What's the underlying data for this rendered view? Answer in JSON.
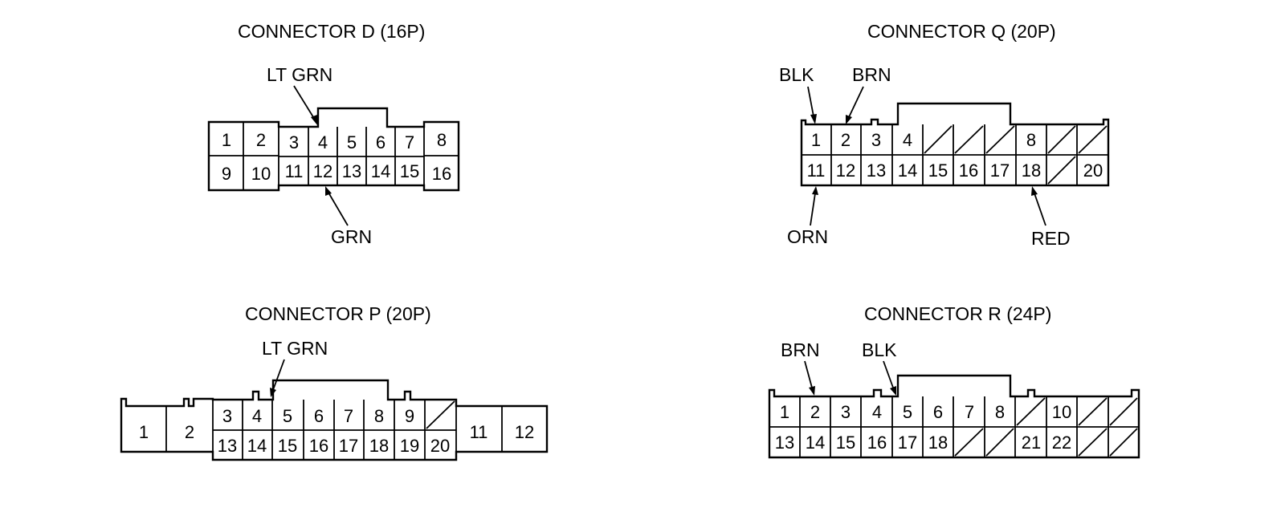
{
  "connectors": {
    "d": {
      "title": "CONNECTOR D (16P)",
      "top_pins": [
        "1",
        "2",
        "3",
        "4",
        "5",
        "6",
        "7",
        "8"
      ],
      "bottom_pins": [
        "9",
        "10",
        "11",
        "12",
        "13",
        "14",
        "15",
        "16"
      ],
      "wires": [
        "LT GRN",
        "GRN"
      ]
    },
    "q": {
      "title": "CONNECTOR Q (20P)",
      "top_pins": [
        "1",
        "2",
        "3",
        "4",
        "",
        "",
        "",
        "8",
        "",
        ""
      ],
      "bottom_pins": [
        "11",
        "12",
        "13",
        "14",
        "15",
        "16",
        "17",
        "18",
        "",
        "20"
      ],
      "wires": [
        "BLK",
        "BRN",
        "ORN",
        "RED"
      ]
    },
    "p": {
      "title": "CONNECTOR P (20P)",
      "side_pins": [
        "1",
        "2",
        "11",
        "12"
      ],
      "top_pins": [
        "3",
        "4",
        "5",
        "6",
        "7",
        "8",
        "9",
        ""
      ],
      "bottom_pins": [
        "13",
        "14",
        "15",
        "16",
        "17",
        "18",
        "19",
        "20"
      ],
      "wires": [
        "LT GRN"
      ]
    },
    "r": {
      "title": "CONNECTOR R (24P)",
      "top_pins": [
        "1",
        "2",
        "3",
        "4",
        "5",
        "6",
        "7",
        "8",
        "",
        "10",
        "",
        ""
      ],
      "bottom_pins": [
        "13",
        "14",
        "15",
        "16",
        "17",
        "18",
        "",
        "",
        "21",
        "22",
        "",
        ""
      ],
      "wires": [
        "BRN",
        "BLK"
      ]
    }
  }
}
